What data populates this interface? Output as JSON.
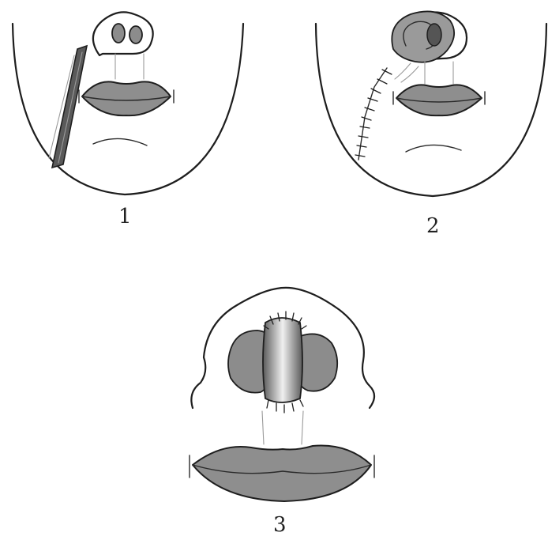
{
  "panels": [
    {
      "label": "1"
    },
    {
      "label": "2"
    },
    {
      "label": "3"
    }
  ],
  "colors": {
    "ink": "#1e1e1e",
    "lip_fill": "#8e8e8e",
    "nostril_fill": "#8c8c8c",
    "flap_shading": "#666666",
    "graft_highlight": "#eeeeee",
    "background": "#ffffff"
  }
}
